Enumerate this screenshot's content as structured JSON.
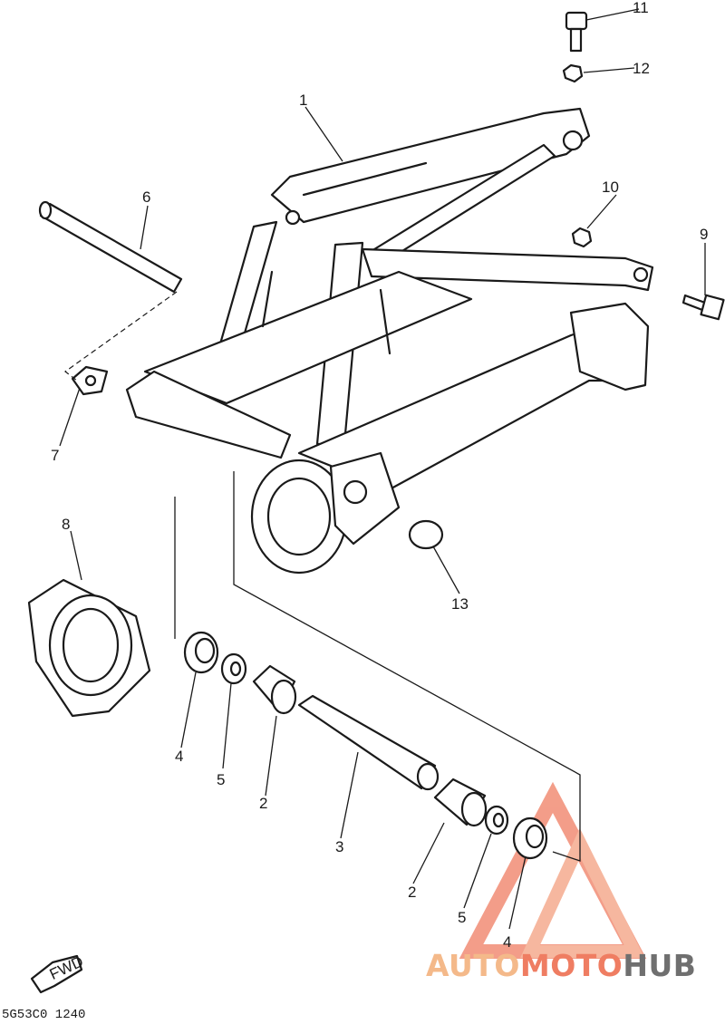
{
  "callouts": {
    "c1": "1",
    "c2a": "2",
    "c2b": "2",
    "c3": "3",
    "c4a": "4",
    "c4b": "4",
    "c5a": "5",
    "c5b": "5",
    "c6": "6",
    "c7": "7",
    "c8": "8",
    "c9": "9",
    "c10": "10",
    "c11": "11",
    "c12": "12",
    "c13": "13"
  },
  "fwd_label": "FWD",
  "diagram_code": "5G53C0 1240",
  "watermark": {
    "part1": "AUTO",
    "part2": "MOTO",
    "part3": "HUB",
    "colors": {
      "light": "#f4b98a",
      "accent": "#ef7d62",
      "grey": "#6f6f6f"
    }
  }
}
